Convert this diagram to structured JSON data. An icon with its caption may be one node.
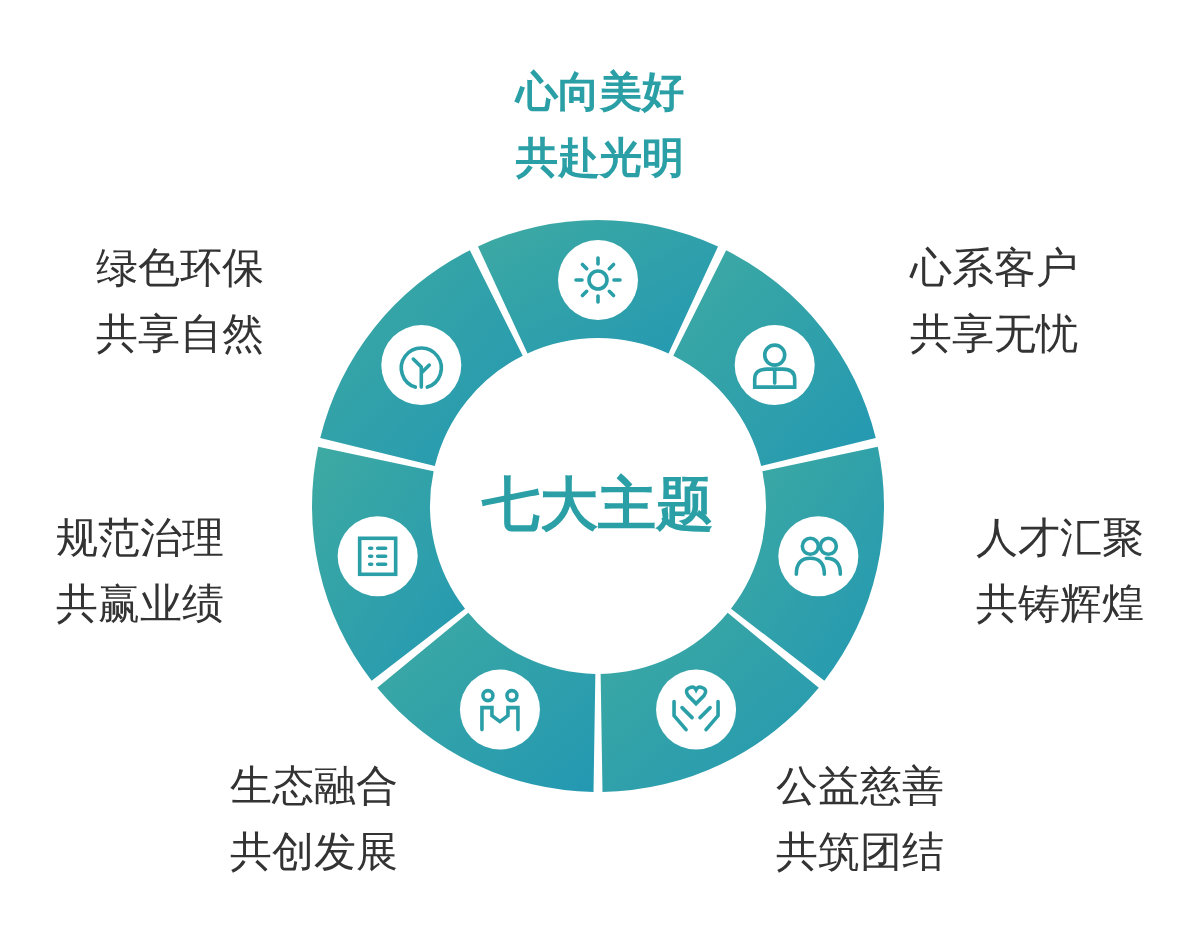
{
  "diagram": {
    "nodes": [
      {
        "text": [
          "七大主题"
        ]
      },
      {
        "text": [
          "心向美好",
          "共赴光明"
        ]
      },
      {
        "text": [
          "心系客户",
          "共享无忧"
        ]
      },
      {
        "text": [
          "人才汇聚",
          "共铸辉煌"
        ]
      },
      {
        "text": [
          "公益慈善",
          "共筑团结"
        ]
      },
      {
        "text": [
          "生态融合",
          "共创发展"
        ]
      },
      {
        "text": [
          "规范治理",
          "共赢业绩"
        ]
      },
      {
        "text": [
          "绿色环保",
          "共享自然"
        ]
      }
    ]
  }
}
